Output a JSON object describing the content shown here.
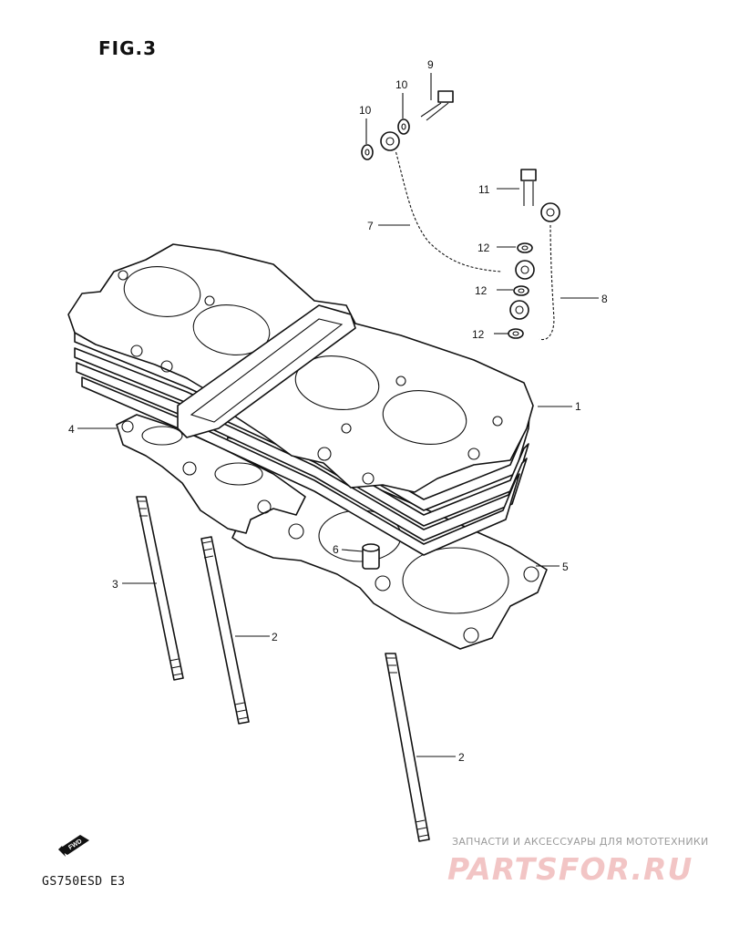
{
  "figure": {
    "title": "FIG.3",
    "model": "GS750ESD  E3",
    "fwd_label": "FWD"
  },
  "watermark": {
    "tagline": "ЗАПЧАСТИ И АКСЕССУАРЫ ДЛЯ МОТОТЕХНИКИ",
    "brand": "PARTSFOR.RU",
    "color": "#f2c5c5"
  },
  "callouts": [
    {
      "part": "1",
      "label": "1"
    },
    {
      "part": "2",
      "label": "2"
    },
    {
      "part": "2b",
      "label": "2"
    },
    {
      "part": "3",
      "label": "3"
    },
    {
      "part": "4",
      "label": "4"
    },
    {
      "part": "5",
      "label": "5"
    },
    {
      "part": "6",
      "label": "6"
    },
    {
      "part": "7",
      "label": "7"
    },
    {
      "part": "8",
      "label": "8"
    },
    {
      "part": "9",
      "label": "9"
    },
    {
      "part": "10a",
      "label": "10"
    },
    {
      "part": "10b",
      "label": "10"
    },
    {
      "part": "11",
      "label": "11"
    },
    {
      "part": "12a",
      "label": "12"
    },
    {
      "part": "12b",
      "label": "12"
    },
    {
      "part": "12c",
      "label": "12"
    }
  ]
}
